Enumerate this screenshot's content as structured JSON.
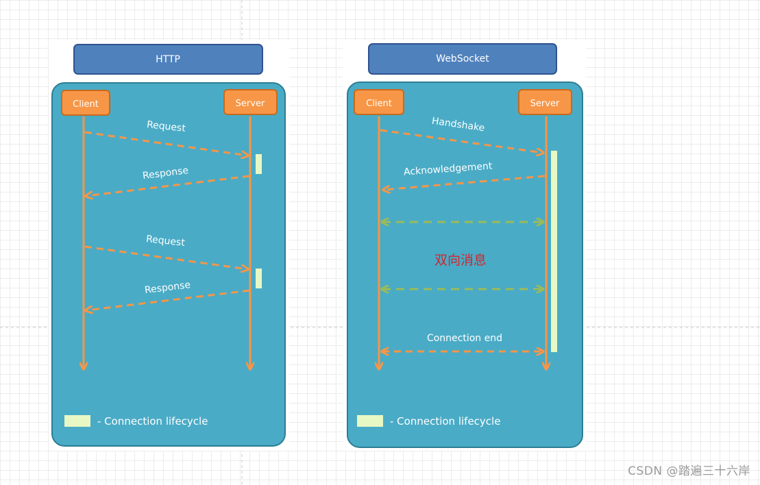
{
  "http": {
    "title": "HTTP",
    "client": "Client",
    "server": "Server",
    "request_1": "Request",
    "response_1": "Response",
    "request_2": "Request",
    "response_2": "Response",
    "legend": "- Connection lifecycle"
  },
  "websocket": {
    "title": "WebSocket",
    "client": "Client",
    "server": "Server",
    "handshake": "Handshake",
    "acknowledgement": "Acknowledgement",
    "bidirectional": "双向消息",
    "connection_end": "Connection end",
    "legend": "- Connection lifecycle"
  },
  "watermark": "CSDN @踏遍三十六岸",
  "colors": {
    "panel": "#4aabc6",
    "panel_border": "#2b7d93",
    "header": "#4f81bd",
    "header_border": "#2f528f",
    "actor": "#f79646",
    "actor_border": "#c86a1c",
    "arrow": "#f79646",
    "bidirectional_arrow": "#9bbb59",
    "lifecycle": "#e8f8c4",
    "highlight_text": "#d0262e"
  }
}
